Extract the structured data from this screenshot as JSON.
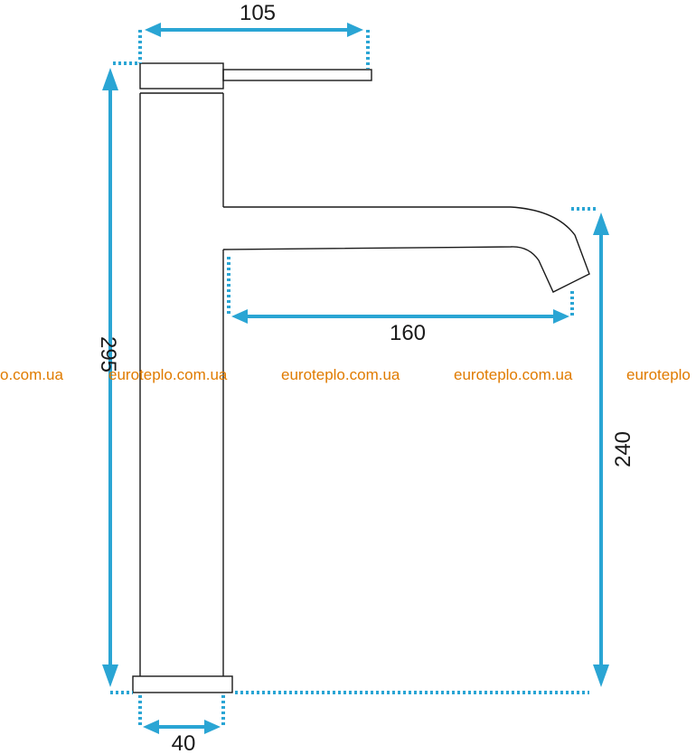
{
  "dimensions": {
    "handle_length": "105",
    "total_height": "295",
    "spout_reach": "160",
    "spout_height": "240",
    "base_diameter": "40"
  },
  "watermark": {
    "text": "euroteplo.com.ua",
    "partial_left": "o.com.ua",
    "partial_right": "euroteplo"
  },
  "colors": {
    "dimension_lines": "#2aa5d4",
    "outline": "#1a1a1a",
    "watermark": "#e07b00"
  }
}
